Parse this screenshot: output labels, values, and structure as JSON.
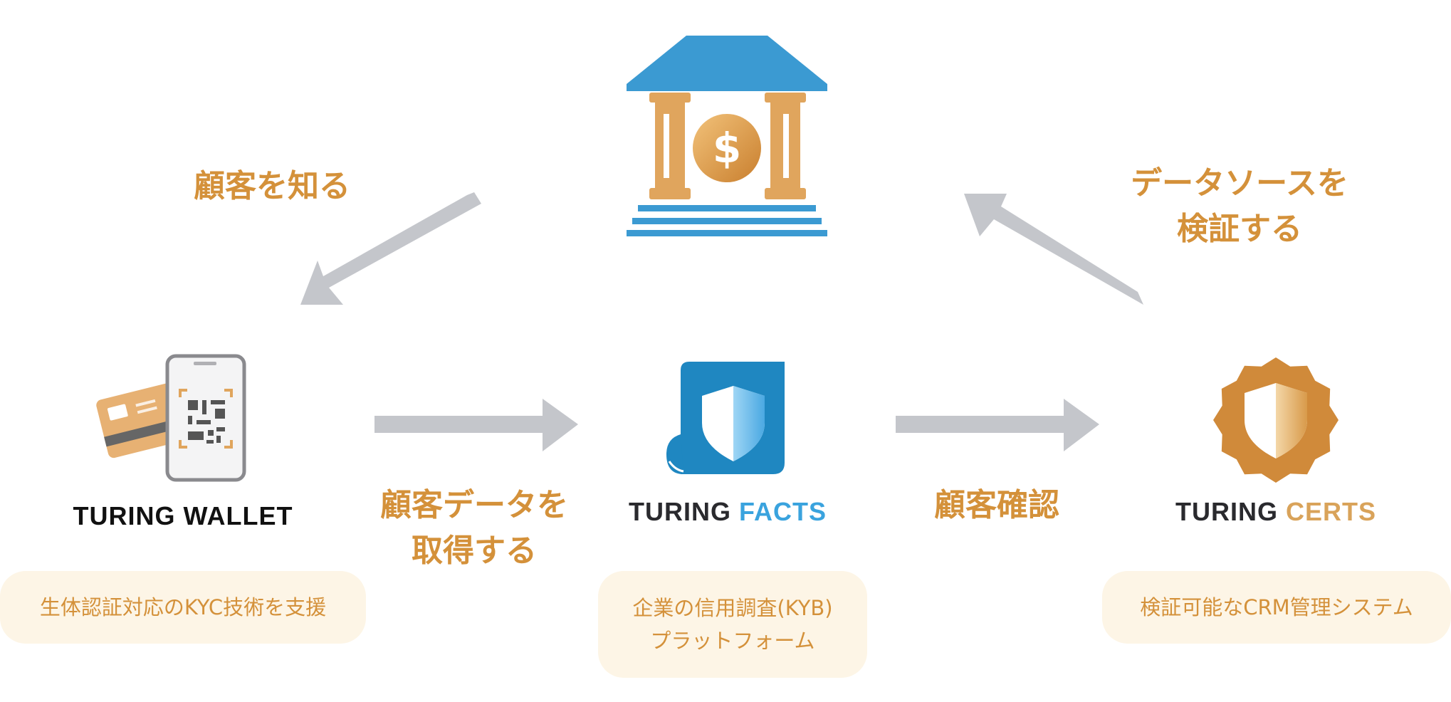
{
  "labels": {
    "know_customer": "顧客を知る",
    "verify_source_line1": "データソースを",
    "verify_source_line2": "検証する",
    "get_data_line1": "顧客データを",
    "get_data_line2": "取得する",
    "confirm_customer": "顧客確認"
  },
  "products": {
    "wallet": {
      "name_part1": "TURING WALLET",
      "description": "生体認証対応のKYC技術を支援"
    },
    "facts": {
      "name_part1": "TURING ",
      "name_part2": "FACTS",
      "description_line1": "企業の信用調査(KYB)",
      "description_line2": "プラットフォーム"
    },
    "certs": {
      "name_part1": "TURING ",
      "name_part2": "CERTS",
      "description": "検証可能なCRM管理システム"
    }
  },
  "icons": {
    "bank": "bank-icon",
    "dollar": "dollar-coin-icon",
    "phone": "phone-qr-icon",
    "card": "credit-card-icon",
    "facts_shield": "shield-document-icon",
    "certs_badge": "shield-badge-icon"
  },
  "colors": {
    "label_orange": "#d4913a",
    "arrow_gray": "#c4c6cb",
    "bank_blue": "#3b9ad2",
    "bank_gold": "#e0a55d",
    "facts_blue": "#1f87c1",
    "certs_gold": "#d08a3a",
    "pill_bg": "#fdf5e6"
  }
}
